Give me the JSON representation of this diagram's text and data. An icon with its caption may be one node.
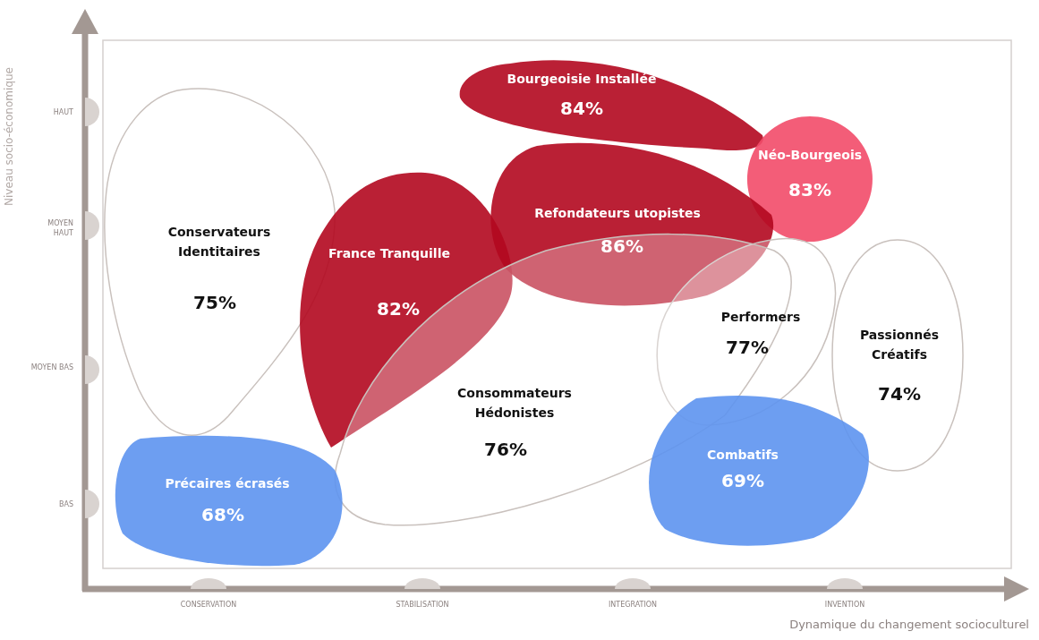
{
  "diagram": {
    "nodes": [
      {
        "text": [
          "Bourgeoisie Installée",
          "84%"
        ]
      },
      {
        "text": [
          "Néo-Bourgeois",
          "83%"
        ]
      },
      {
        "text": [
          "Refondateurs utopistes",
          "86%"
        ]
      },
      {
        "text": [
          "Conservateurs Identitaires",
          "75%"
        ]
      },
      {
        "text": [
          "France Tranquille",
          "82%"
        ]
      },
      {
        "text": [
          "Performers",
          "77%"
        ]
      },
      {
        "text": [
          "Passionnés Créatifs",
          "74%"
        ]
      },
      {
        "text": [
          "Consommateurs Hédonistes",
          "76%"
        ]
      },
      {
        "text": [
          "Combatifs",
          "69%"
        ]
      },
      {
        "text": [
          "Précaires écrasés",
          "68%"
        ]
      }
    ],
    "edges": [],
    "labels": [
      "Niveau socio-économique",
      "HAUT",
      "MOYEN HAUT",
      "MOYEN BAS",
      "BAS",
      "CONSERVATION",
      "STABILISATION",
      "INTEGRATION",
      "INVENTION",
      "Dynamique du changement socioculturel"
    ]
  }
}
